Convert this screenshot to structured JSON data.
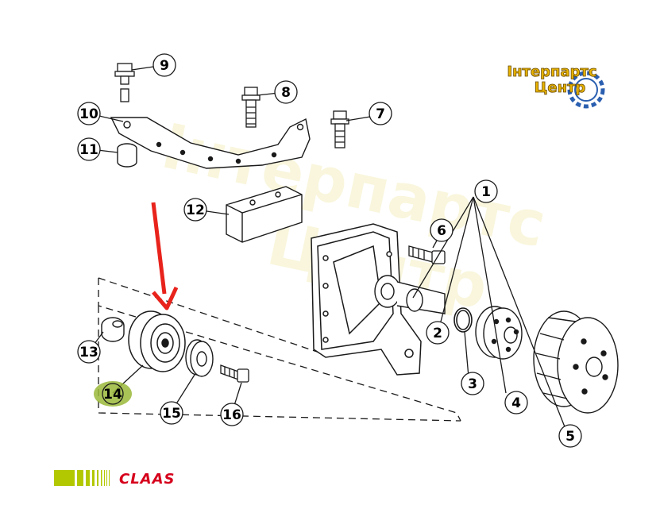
{
  "watermark": {
    "line1": "Інтерпартс",
    "line2": "Центр"
  },
  "brand": {
    "name": "CLAAS"
  },
  "colors": {
    "line": "#1a1a1a",
    "arrow": "#e8231c",
    "highlight": "#9ab83a",
    "claas_red": "#d6001c",
    "claas_green": "#b2c800",
    "logo_gold": "#e8b400",
    "logo_blue": "#2a5fb0"
  },
  "callouts": [
    {
      "id": "1",
      "label": "1"
    },
    {
      "id": "2",
      "label": "2"
    },
    {
      "id": "3",
      "label": "3"
    },
    {
      "id": "4",
      "label": "4"
    },
    {
      "id": "5",
      "label": "5"
    },
    {
      "id": "6",
      "label": "6"
    },
    {
      "id": "7",
      "label": "7"
    },
    {
      "id": "8",
      "label": "8"
    },
    {
      "id": "9",
      "label": "9"
    },
    {
      "id": "10",
      "label": "10"
    },
    {
      "id": "11",
      "label": "11"
    },
    {
      "id": "12",
      "label": "12"
    },
    {
      "id": "13",
      "label": "13"
    },
    {
      "id": "14",
      "label": "14",
      "highlighted": true
    },
    {
      "id": "15",
      "label": "15"
    },
    {
      "id": "16",
      "label": "16"
    }
  ]
}
